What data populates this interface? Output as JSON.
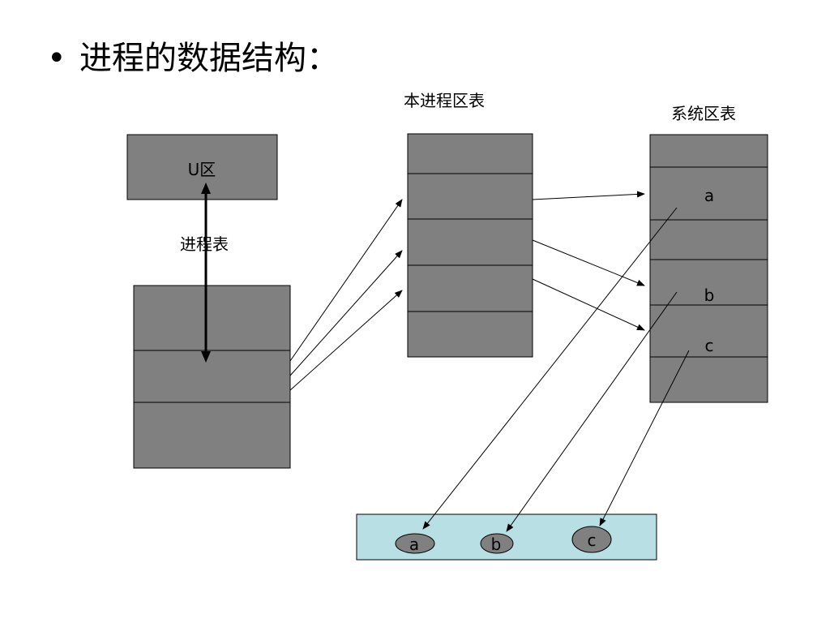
{
  "slide": {
    "bullet": "•",
    "title": "进程的数据结构："
  },
  "labels": {
    "u_area": "U区",
    "process_table": "进程表",
    "process_region_table": "本进程区表",
    "system_region_table": "系统区表"
  },
  "system_region_entries": [
    "a",
    "b",
    "c"
  ],
  "memory_regions": [
    "a",
    "b",
    "c"
  ],
  "colors": {
    "table_fill": "#808080",
    "table_stroke": "#000000",
    "memory_fill": "#b8e0e4"
  }
}
